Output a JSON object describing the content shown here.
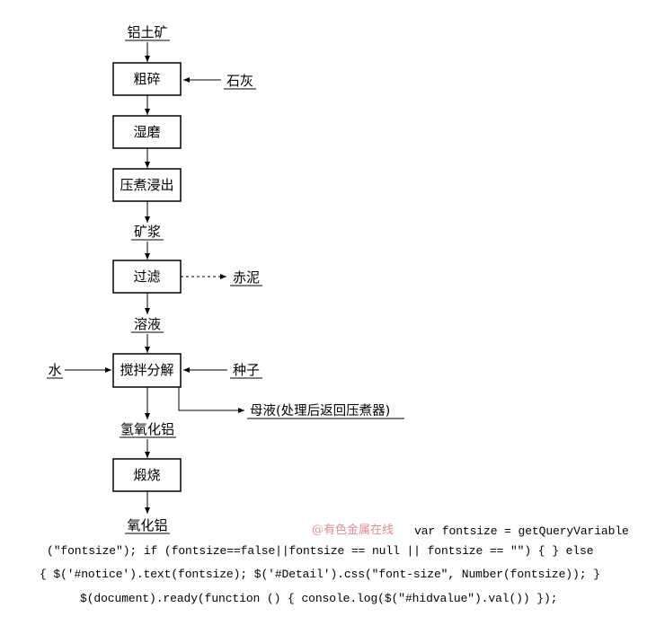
{
  "colors": {
    "stroke": "#000000",
    "watermark": "#e58a93",
    "background": "#ffffff"
  },
  "nodes": {
    "bauxite": "铝土矿",
    "coarse_crush": "粗碎",
    "lime": "石灰",
    "wet_grind": "湿磨",
    "pressure_leach": "压煮浸出",
    "slurry": "矿浆",
    "filtration": "过滤",
    "red_mud": "赤泥",
    "solution": "溶液",
    "stir_decompose": "搅拌分解",
    "water": "水",
    "seed": "种子",
    "mother_liquor": "母液(处理后返回压煮器)",
    "aluminum_hydroxide": "氢氧化铝",
    "calcination": "煅烧",
    "alumina": "氧化铝"
  },
  "watermark": "@有色金属在线",
  "code_lines": [
    "var fontsize = getQueryVariable",
    "(\"fontsize\"); if (fontsize==false||fontsize == null || fontsize == \"\") { } else",
    "{ $('#notice').text(fontsize); $('#Detail').css(\"font-size\", Number(fontsize)); }",
    "$(document).ready(function () { console.log($(\"#hidvalue\").val()) });"
  ]
}
